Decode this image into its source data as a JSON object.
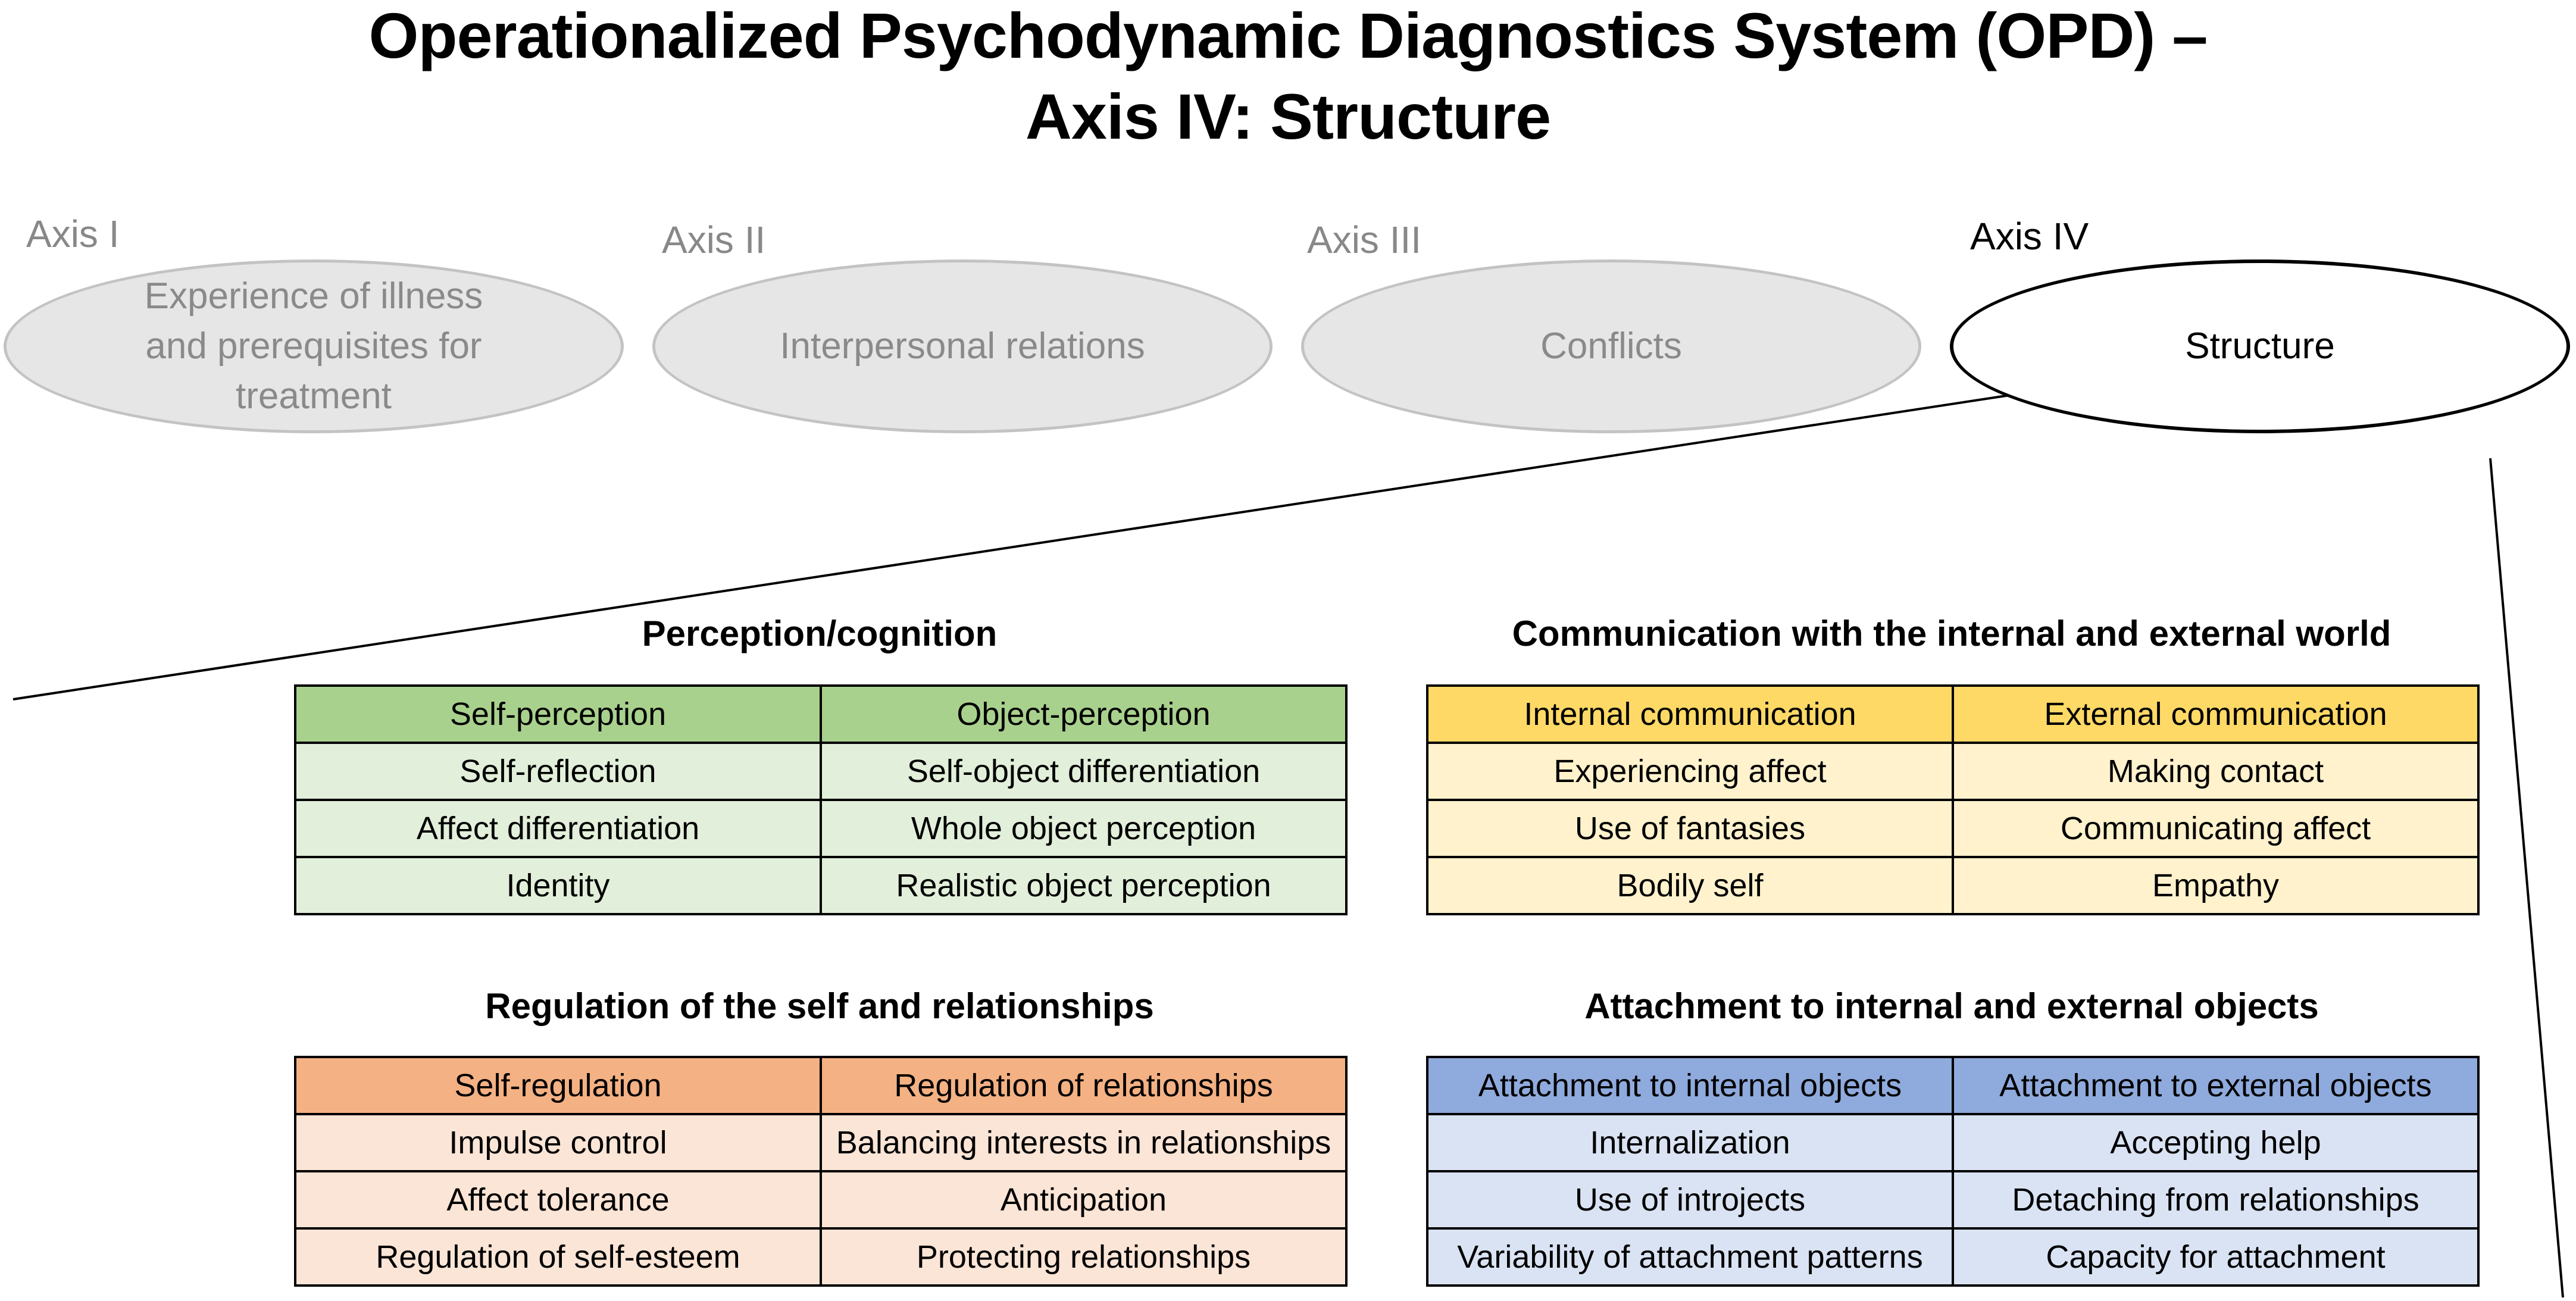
{
  "title": {
    "line1": "Operationalized Psychodynamic Diagnostics System (OPD) –",
    "line2": "Axis IV: Structure"
  },
  "axes": [
    {
      "label": "Axis I",
      "name_lines": [
        "Experience of illness",
        "and prerequisites for",
        "treatment"
      ],
      "active": false
    },
    {
      "label": "Axis II",
      "name_lines": [
        "Interpersonal relations"
      ],
      "active": false
    },
    {
      "label": "Axis III",
      "name_lines": [
        "Conflicts"
      ],
      "active": false
    },
    {
      "label": "Axis IV",
      "name_lines": [
        "Structure"
      ],
      "active": true
    }
  ],
  "colors": {
    "inactive_fill": "#e6e6e6",
    "inactive_text": "#8a8a8a",
    "green_header": "#a9d18e",
    "green_cell": "#e2efda",
    "yellow_header": "#ffd966",
    "yellow_cell": "#fff2cc",
    "orange_header": "#f4b183",
    "orange_cell": "#fbe5d6",
    "blue_header": "#8faadc",
    "blue_cell": "#dae3f3"
  },
  "groups": [
    {
      "title": "Perception/cognition",
      "headers": [
        "Self-perception",
        "Object-perception"
      ],
      "rows": [
        [
          "Self-reflection",
          "Self-object differentiation"
        ],
        [
          "Affect differentiation",
          "Whole object perception"
        ],
        [
          "Identity",
          "Realistic object perception"
        ]
      ]
    },
    {
      "title": "Communication with the internal and external world",
      "headers": [
        "Internal communication",
        "External communication"
      ],
      "rows": [
        [
          "Experiencing affect",
          "Making contact"
        ],
        [
          "Use of fantasies",
          "Communicating affect"
        ],
        [
          "Bodily self",
          "Empathy"
        ]
      ]
    },
    {
      "title": "Regulation of the self and relationships",
      "headers": [
        "Self-regulation",
        "Regulation of relationships"
      ],
      "rows": [
        [
          "Impulse control",
          "Balancing interests in relationships"
        ],
        [
          "Affect tolerance",
          "Anticipation"
        ],
        [
          "Regulation of self-esteem",
          "Protecting relationships"
        ]
      ]
    },
    {
      "title": "Attachment to internal and external objects",
      "headers": [
        "Attachment to internal objects",
        "Attachment to external objects"
      ],
      "rows": [
        [
          "Internalization",
          "Accepting help"
        ],
        [
          "Use of introjects",
          "Detaching from relationships"
        ],
        [
          "Variability of attachment patterns",
          "Capacity for attachment"
        ]
      ]
    }
  ]
}
